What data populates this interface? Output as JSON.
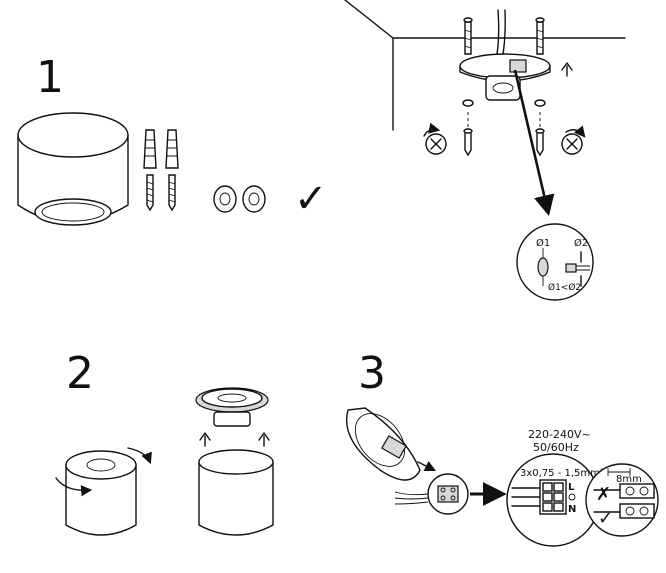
{
  "steps": {
    "step1_number": "1",
    "step2_number": "2",
    "step3_number": "3"
  },
  "detail_labels": {
    "d1": "Ø1",
    "d2": "Ø2",
    "relation": "Ø1<Ø2"
  },
  "wiring": {
    "voltage": "220-240V~",
    "frequency": "50/60Hz",
    "cable_spec": "3x0,75 - 1,5mm²",
    "terminal_l": "L",
    "terminal_n": "N",
    "strip_length": "8mm"
  },
  "marks": {
    "check": "✓",
    "cross": "✗"
  }
}
